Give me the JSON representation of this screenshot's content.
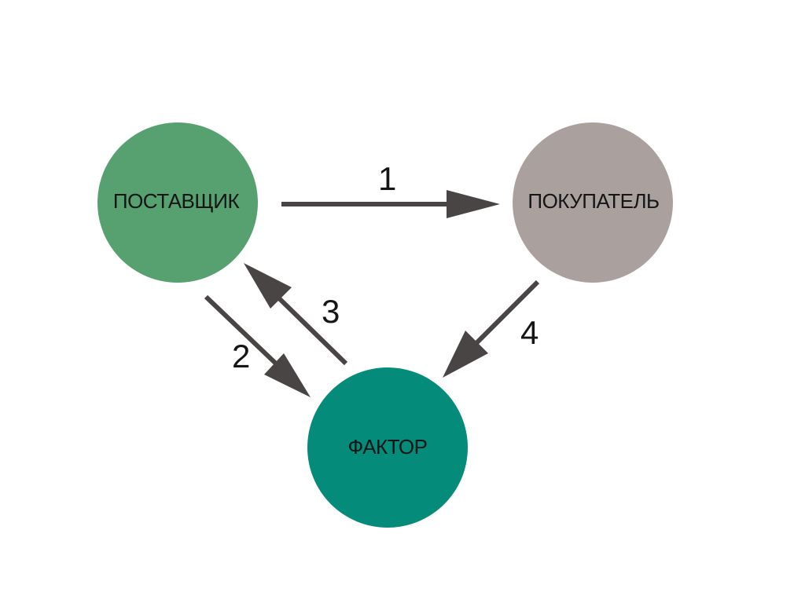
{
  "diagram": {
    "nodes": {
      "supplier": {
        "label": "ПОСТАВЩИК",
        "color": "#57a070"
      },
      "buyer": {
        "label": "ПОКУПАТЕЛЬ",
        "color": "#aaa19e"
      },
      "factor": {
        "label": "ФАКТОР",
        "color": "#058b7a"
      }
    },
    "edges": [
      {
        "from": "supplier",
        "to": "buyer",
        "label": "1"
      },
      {
        "from": "supplier",
        "to": "factor",
        "label": "2"
      },
      {
        "from": "factor",
        "to": "supplier",
        "label": "3"
      },
      {
        "from": "buyer",
        "to": "factor",
        "label": "4"
      }
    ],
    "arrow_color": "#4a4545"
  }
}
